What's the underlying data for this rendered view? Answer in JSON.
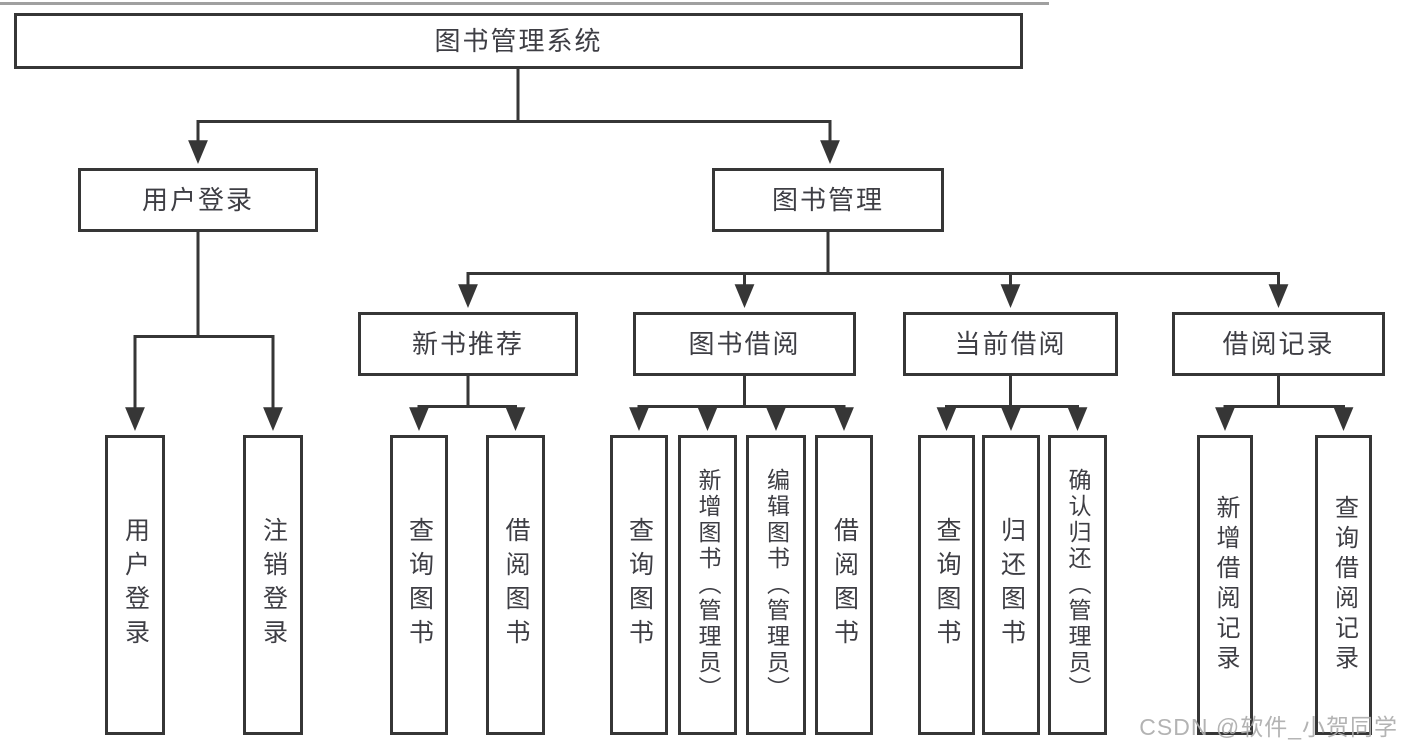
{
  "tree": {
    "root": {
      "label": "图书管理系统"
    },
    "branches": [
      {
        "label": "用户登录",
        "children": [
          {
            "label": "用户登录"
          },
          {
            "label": "注销登录"
          }
        ]
      },
      {
        "label": "图书管理",
        "groups": [
          {
            "label": "新书推荐",
            "children": [
              {
                "label": "查询图书"
              },
              {
                "label": "借阅图书"
              }
            ]
          },
          {
            "label": "图书借阅",
            "children": [
              {
                "label": "查询图书"
              },
              {
                "label": "新增图书（管理员）"
              },
              {
                "label": "编辑图书（管理员）"
              },
              {
                "label": "借阅图书"
              }
            ]
          },
          {
            "label": "当前借阅",
            "children": [
              {
                "label": "查询图书"
              },
              {
                "label": "归还图书"
              },
              {
                "label": "确认归还（管理员）"
              }
            ]
          },
          {
            "label": "借阅记录",
            "children": [
              {
                "label": "新增借阅记录"
              },
              {
                "label": "查询借阅记录"
              }
            ]
          }
        ]
      }
    ]
  },
  "watermark": "CSDN @软件_小贺同学",
  "colors": {
    "line": "#363636",
    "text": "#3e3e44",
    "watermark": "#acacac"
  }
}
